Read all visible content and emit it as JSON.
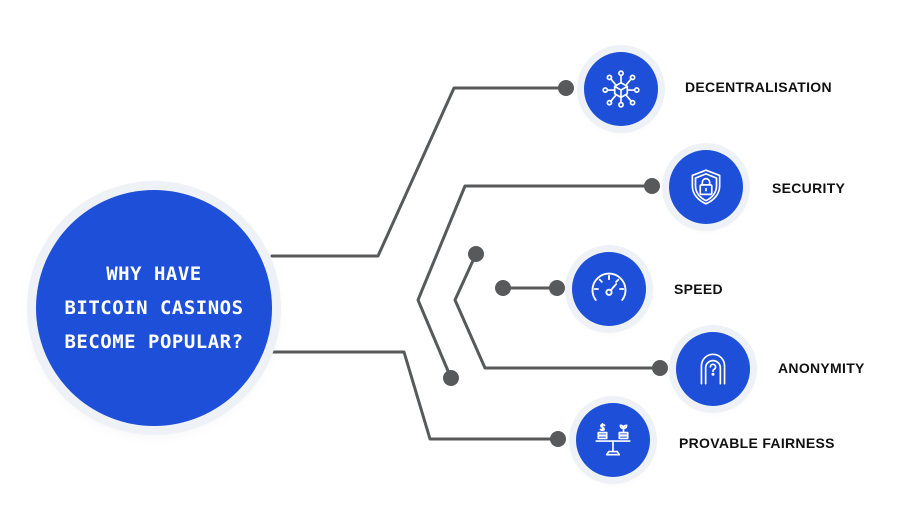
{
  "hub": {
    "title_lines": [
      "WHY HAVE",
      "BITCOIN CASINOS",
      "BECOME POPULAR?"
    ]
  },
  "reasons": [
    {
      "label": "DECENTRALISATION",
      "icon": "network-cube-icon"
    },
    {
      "label": "SECURITY",
      "icon": "shield-lock-icon"
    },
    {
      "label": "SPEED",
      "icon": "speedometer-icon"
    },
    {
      "label": "ANONYMITY",
      "icon": "hooded-figure-icon"
    },
    {
      "label": "PROVABLE FAIRNESS",
      "icon": "balance-scale-icon"
    }
  ],
  "colors": {
    "accent": "#1d4fd8",
    "connector": "#58595b",
    "ring": "#eef1f6",
    "label": "#111111"
  }
}
